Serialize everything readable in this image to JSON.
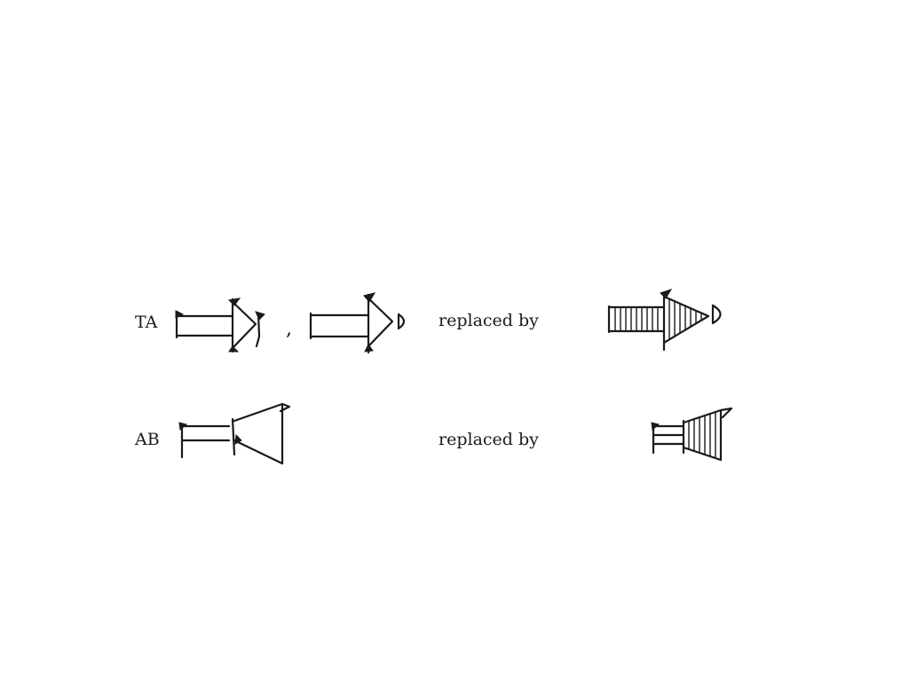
{
  "rows": [
    {
      "label": "TA",
      "separator": ",",
      "replaced_text": "replaced by"
    },
    {
      "label": "AB",
      "replaced_text": "replaced by"
    }
  ],
  "icons": {
    "ta_symbol_1": "arrow-with-triangle-head-icon",
    "ta_symbol_2": "arrow-with-triangle-head-and-d-icon",
    "ta_replacement": "hatched-arrow-icon",
    "ab_symbol": "double-line-with-cone-icon",
    "ab_replacement": "hatched-cone-icon"
  },
  "colors": {
    "ink": "#1a1a1a",
    "background": "#ffffff"
  }
}
